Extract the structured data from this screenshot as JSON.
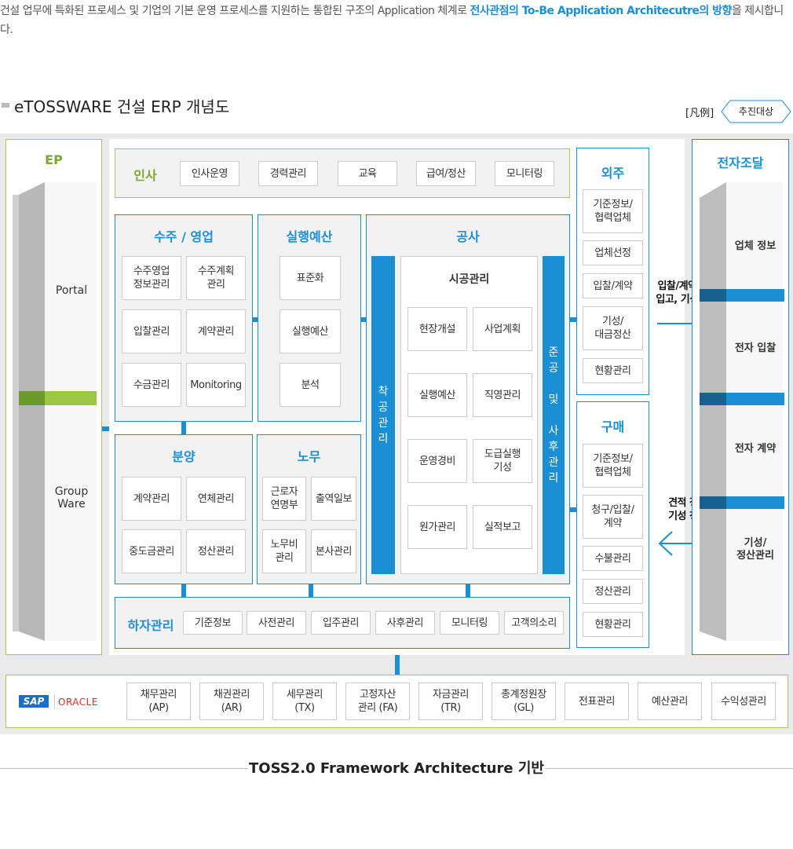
{
  "intro": {
    "text1": "건설 업무에 특화된 프로세스 및 기업의 기본 운영 프로세스를 지원하는 통합된 구조의 Application 체계로 ",
    "highlight1": "전사관점의 To-Be Application Architecutre의 방향",
    "text2": "을 제시합니다."
  },
  "title": "eTOSSWARE 건설 ERP 개념도",
  "legend": {
    "label": "[凡例]",
    "tag": "추진대상"
  },
  "ep": {
    "heading": "EP",
    "portal": "Portal",
    "groupware": "Group\nWare"
  },
  "insa": {
    "heading": "인사",
    "items": [
      "인사운영",
      "경력관리",
      "교육",
      "급여/정산",
      "모니터링"
    ]
  },
  "suju": {
    "heading": "수주 / 영업",
    "items": [
      "수주영업\n정보관리",
      "수주계획\n관리",
      "입찰관리",
      "계약관리",
      "수금관리",
      "Monitoring"
    ]
  },
  "silhaeng": {
    "heading": "실행예산",
    "items": [
      "표준화",
      "실행예산",
      "분석"
    ]
  },
  "gongsa": {
    "heading": "공사",
    "left_bar": "착\n공\n관\n리",
    "right_bar": "준\n공\n\n및\n\n사\n후\n관\n리",
    "center_heading": "시공관리",
    "items": [
      "현장개설",
      "사업계획",
      "실행예산",
      "직영관리",
      "운영경비",
      "도급실행\n기성",
      "원가관리",
      "실적보고"
    ]
  },
  "bunyang": {
    "heading": "분양",
    "items": [
      "계약관리",
      "연체관리",
      "중도금관리",
      "정산관리"
    ]
  },
  "nomu": {
    "heading": "노무",
    "items": [
      "근로자\n연명부",
      "출역일보",
      "노무비\n관리",
      "본사관리"
    ]
  },
  "haja": {
    "heading": "하자관리",
    "items": [
      "기준정보",
      "사전관리",
      "입주관리",
      "사후관리",
      "모니터링",
      "고객의소리"
    ]
  },
  "oeju": {
    "heading": "외주",
    "items": [
      "기준정보/\n협력업체",
      "업체선정",
      "입찰/계약",
      "기성/\n대금정산",
      "현황관리"
    ]
  },
  "gumae": {
    "heading": "구매",
    "items": [
      "기준정보/\n협력업체",
      "청구/입찰/\n계약",
      "수불관리",
      "정산관리",
      "현황관리"
    ]
  },
  "arrows": {
    "to_right": "입찰/계약 정보\n입고, 기성 정산",
    "to_left": "견적 정보\n기성 청구"
  },
  "jeonja": {
    "heading": "전자조달",
    "items": [
      "업체 정보",
      "전자 입찰",
      "전자 계약",
      "기성/\n정산관리"
    ]
  },
  "erp_base": {
    "sap": "SAP",
    "oracle": "ORACLE",
    "items": [
      "채무관리\n(AP)",
      "채권관리\n(AR)",
      "세무관리\n(TX)",
      "고정자산\n관리 (FA)",
      "자금관리\n(TR)",
      "총계정원장\n(GL)",
      "전표관리",
      "예산관리",
      "수익성관리"
    ]
  },
  "footer": "TOSS2.0 Framework Architecture 기반",
  "colors": {
    "blue": "#1a8fd3",
    "green": "#a5c95c",
    "grey_bg": "#eaeaea"
  }
}
